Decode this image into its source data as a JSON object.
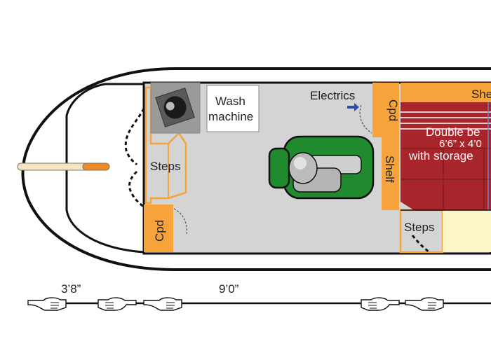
{
  "labels": {
    "wash_machine_line1": "Wash",
    "wash_machine_line2": "machine",
    "electrics": "Electrics",
    "cupboard_top": "Cpd",
    "cupboard_bottom": "Cpd",
    "shelf_vertical": "Shelf",
    "shelf_top": "She",
    "steps_left": "Steps",
    "steps_right": "Steps",
    "bed_line1": "Double be",
    "bed_line2": "6’6” x 4’0",
    "bed_line3": "with storage"
  },
  "dimensions": {
    "front_section": "3’8”",
    "main_section": "9’0”"
  },
  "colors": {
    "hull_outline": "#111111",
    "floor": "#d4d4d4",
    "fittings": "#f5a33a",
    "stove_green": "#1f8a2e",
    "bed_red": "#a8262b",
    "bed_cream": "#fbf5c8",
    "electrics_arrow": "#2b4ea8"
  }
}
